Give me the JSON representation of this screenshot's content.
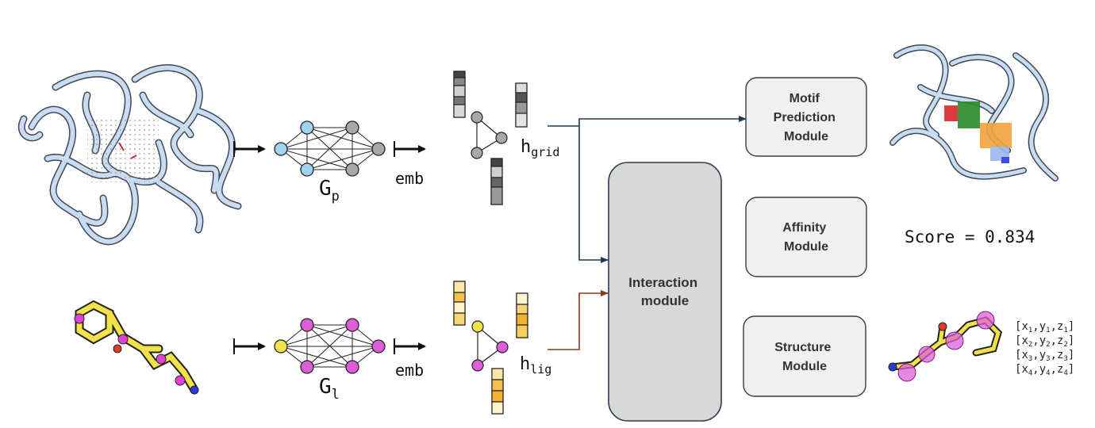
{
  "labels": {
    "gp_main": "G",
    "gp_sub": "p",
    "gl_main": "G",
    "gl_sub": "l",
    "emb_top": "emb",
    "emb_bottom": "emb",
    "hgrid_main": "h",
    "hgrid_sub": "grid",
    "hlig_main": "h",
    "hlig_sub": "lig",
    "score": "Score = 0.834"
  },
  "modules": {
    "interaction": [
      "Interaction",
      "module"
    ],
    "motif": [
      "Motif",
      "Prediction",
      "Module"
    ],
    "affinity": [
      "Affinity",
      "Module"
    ],
    "structure": [
      "Structure",
      "Module"
    ]
  },
  "coords": {
    "rows": [
      {
        "x": {
          "main": "x",
          "sub": "1"
        },
        "y": {
          "main": "y",
          "sub": "1"
        },
        "z": {
          "main": "z",
          "sub": "1"
        }
      },
      {
        "x": {
          "main": "x",
          "sub": "2"
        },
        "y": {
          "main": "y",
          "sub": "2"
        },
        "z": {
          "main": "z",
          "sub": "2"
        }
      },
      {
        "x": {
          "main": "x",
          "sub": "3"
        },
        "y": {
          "main": "y",
          "sub": "3"
        },
        "z": {
          "main": "z",
          "sub": "3"
        }
      },
      {
        "x": {
          "main": "x",
          "sub": "4"
        },
        "y": {
          "main": "y",
          "sub": "4"
        },
        "z": {
          "main": "z",
          "sub": "4"
        }
      }
    ]
  },
  "colors": {
    "protein_node": "#9fd3ee",
    "grey_node": "#a8a8a8",
    "ligand_yellow": "#f2e24a",
    "ligand_magenta": "#dd5fd8",
    "protein_arrow": "#1f3a52",
    "ligand_arrow": "#8a3a1a",
    "module_fill": "#f0f0f0",
    "interaction_fill": "#d8d8d8"
  }
}
